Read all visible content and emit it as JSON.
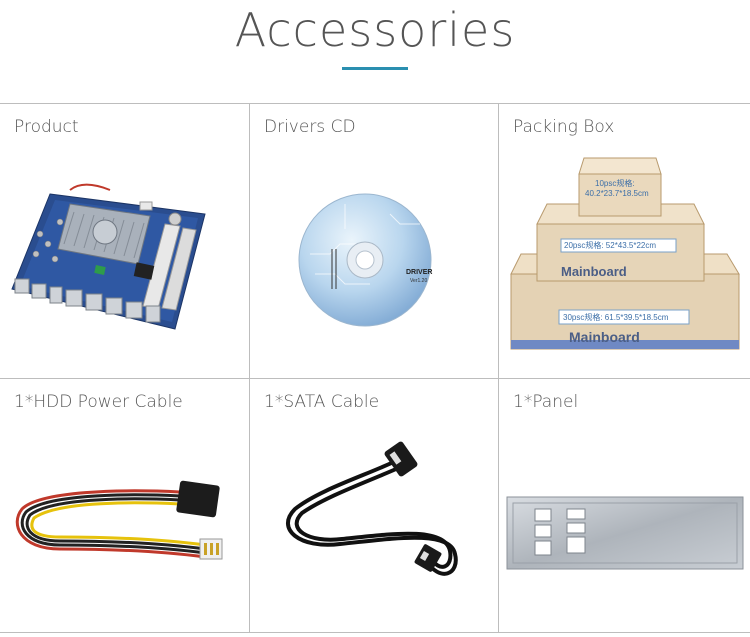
{
  "page": {
    "title": "Accessories",
    "accent_color": "#2a8fb0"
  },
  "items": [
    {
      "label": "Product",
      "icon": "mainboard-icon"
    },
    {
      "label": "Drivers CD",
      "icon": "driver-cd-icon",
      "disc_text": "DRIVER",
      "disc_subtext": "Ver1.20"
    },
    {
      "label": "Packing Box",
      "icon": "packing-box-icon",
      "box_small": "10psc规格:\n40.2*23.7*18.5cm",
      "box_medium": "20psc规格: 52*43.5*22cm",
      "box_large": "30psc规格: 61.5*39.5*18.5cm",
      "brand": "Mainboard"
    },
    {
      "label": "1*HDD Power Cable",
      "icon": "hdd-power-cable-icon"
    },
    {
      "label": "1*SATA Cable",
      "icon": "sata-cable-icon"
    },
    {
      "label": "1*Panel",
      "icon": "io-panel-icon"
    }
  ]
}
